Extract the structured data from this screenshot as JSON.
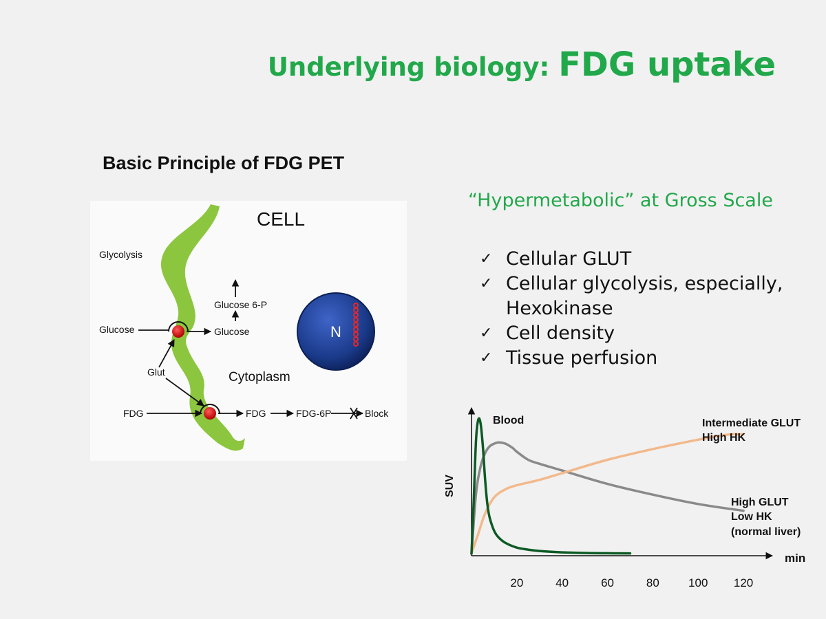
{
  "slide": {
    "title_part1": "Underlying biology: ",
    "title_part2": "FDG uptake",
    "subtitle": "Basic Principle of FDG PET",
    "hypermetabolic": "“Hypermetabolic” at Gross Scale",
    "bullets": [
      "Cellular GLUT",
      "Cellular glycolysis, especially, Hexokinase",
      "Cell density",
      "Tissue perfusion"
    ],
    "check_icon": "✓",
    "colors": {
      "accent_green": "#21a84a",
      "membrane_green": "#8cc63f",
      "blood_curve": "#0d5a24",
      "grey_curve": "#8a8a8a",
      "orange_curve": "#f2b98c",
      "nucleus_blue": "#1a3a8a"
    }
  },
  "cell_diagram": {
    "cell_label": "CELL",
    "glycolysis": "Glycolysis",
    "glucose_outside": "Glucose",
    "glucose_inside": "Glucose",
    "glucose_6p": "Glucose 6-P",
    "glut": "Glut",
    "cytoplasm": "Cytoplasm",
    "fdg_outside": "FDG",
    "fdg_inside": "FDG",
    "fdg_6p": "FDG-6P",
    "block": "Block",
    "nucleus": "N"
  },
  "chart_data": {
    "type": "line",
    "xlabel": "min",
    "ylabel": "SUV",
    "xlim": [
      0,
      130
    ],
    "ylim": [
      0,
      1
    ],
    "x_ticks": [
      20,
      40,
      60,
      80,
      100,
      120
    ],
    "annotations": {
      "blood": "Blood",
      "intermediate_line1": "Intermediate GLUT",
      "intermediate_line2": "High HK",
      "liver_line1": "High GLUT",
      "liver_line2": "Low HK",
      "liver_line3": "(normal liver)"
    },
    "series": [
      {
        "key": "blood",
        "color": "#0d5a24",
        "x": [
          0,
          1,
          2,
          3,
          4,
          5,
          6,
          7,
          8,
          10,
          12,
          15,
          20,
          25,
          30,
          40,
          50,
          60,
          70
        ],
        "y": [
          0,
          0.4,
          0.85,
          1.0,
          0.97,
          0.8,
          0.55,
          0.37,
          0.27,
          0.17,
          0.12,
          0.08,
          0.045,
          0.03,
          0.02,
          0.01,
          0.005,
          0.003,
          0.002
        ]
      },
      {
        "key": "intermediate",
        "color": "#f2b98c",
        "x": [
          0,
          3,
          6,
          10,
          15,
          20,
          30,
          40,
          60,
          80,
          100,
          110,
          115,
          120
        ],
        "y": [
          0,
          0.15,
          0.3,
          0.42,
          0.48,
          0.51,
          0.55,
          0.6,
          0.7,
          0.78,
          0.85,
          0.88,
          0.89,
          0.89
        ]
      },
      {
        "key": "liver",
        "color": "#8a8a8a",
        "x": [
          0,
          2,
          4,
          6,
          8,
          10,
          12,
          15,
          18,
          20,
          25,
          30,
          40,
          60,
          80,
          100,
          120
        ],
        "y": [
          0,
          0.45,
          0.65,
          0.75,
          0.8,
          0.82,
          0.83,
          0.82,
          0.79,
          0.76,
          0.7,
          0.67,
          0.62,
          0.52,
          0.44,
          0.37,
          0.32
        ]
      }
    ]
  }
}
